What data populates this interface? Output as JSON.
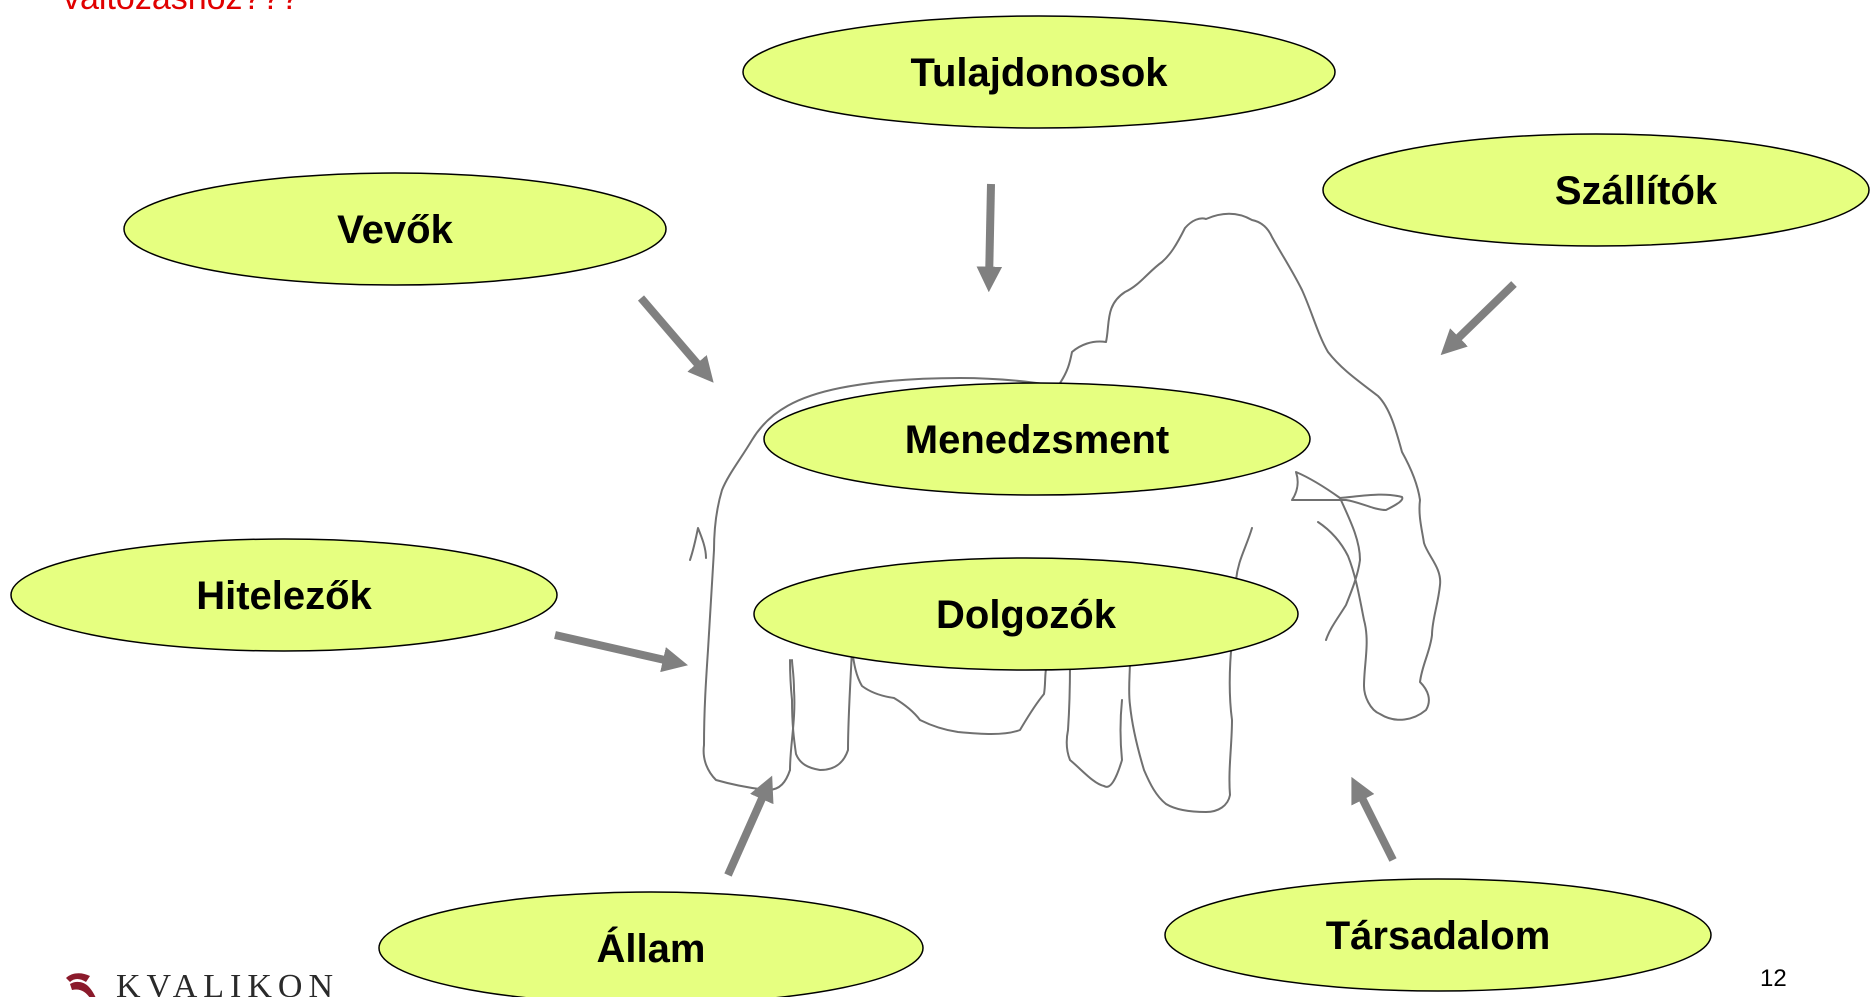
{
  "header": {
    "text": "változáshoz???"
  },
  "diagram": {
    "nodes": {
      "tulajdonosok": "Tulajdonosok",
      "vevok": "Vevők",
      "szallitok": "Szállítók",
      "menedzsment": "Menedzsment",
      "hitelezok": "Hitelezők",
      "dolgozok": "Dolgozók",
      "allam": "Állam",
      "tarsadalom": "Társadalom"
    },
    "colors": {
      "node_fill": "#e6ff80",
      "node_stroke": "#000000",
      "arrow": "#808080",
      "elephant_outline": "#707070",
      "header_text": "#e00000",
      "logo_mark": "#8b1a2b"
    },
    "icons": {
      "elephant": "elephant-outline-drawing"
    }
  },
  "footer": {
    "page_number": "12",
    "logo_text": "KVALIKON"
  }
}
